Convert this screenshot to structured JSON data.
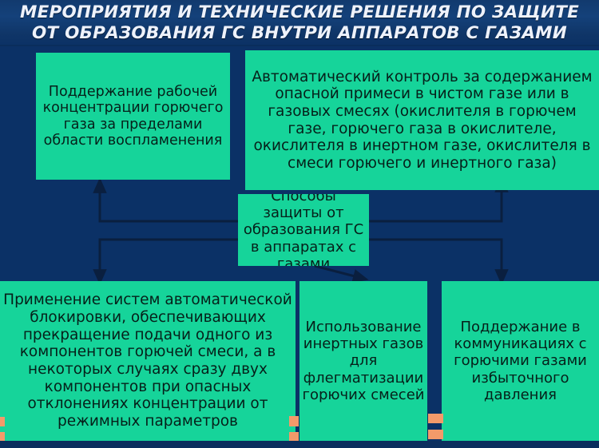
{
  "slide": {
    "title": {
      "line1": "МЕРОПРИЯТИЯ И ТЕХНИЧЕСКИЕ РЕШЕНИЯ ПО ЗАЩИТЕ",
      "line2": "ОТ ОБРАЗОВАНИЯ ГС ВНУТРИ АППАРАТОВ С ГАЗАМИ"
    },
    "colors": {
      "background": "#0b3166",
      "title_band": "#14417a",
      "node_fill": "#16d49a",
      "node_text": "#06201a",
      "title_text": "#eef2fb",
      "connector": "#0a1f3f",
      "accent_mark": "#f39a6a"
    },
    "nodes": {
      "center": "Способы защиты от образования ГС в аппаратах с газами",
      "top_left": "Поддержание рабочей концентрации горючего газа за пределами области воспламенения",
      "top_right": "Автоматический контроль за содержанием опасной примеси в чистом газе или в газовых смесях (окислителя в горючем газе, горючего газа в окислителе, окислителя в инертном газе, окислителя в смеси горючего и инертного газа)",
      "bottom_left": "Применение систем автоматической блокировки, обеспечивающих прекращение подачи одного из компонентов горючей смеси, а в некоторых случаях сразу двух компонентов при опасных отклонениях концентрации от режимных параметров",
      "bottom_middle": "Использование инертных газов для флегматизации горючих смесей",
      "bottom_right": "Поддержание в коммуникациях с горючими газами избыточного давления"
    },
    "connector_labels": {
      "to_top_left": "arrow-up-to-top-left-node",
      "to_top_right": "arrow-up-to-top-right-node",
      "to_bottom_left": "arrow-down-to-bottom-left-node",
      "to_bottom_middle": "arrow-diagonal-to-bottom-middle-node",
      "to_bottom_right": "arrow-down-to-bottom-right-node"
    }
  }
}
